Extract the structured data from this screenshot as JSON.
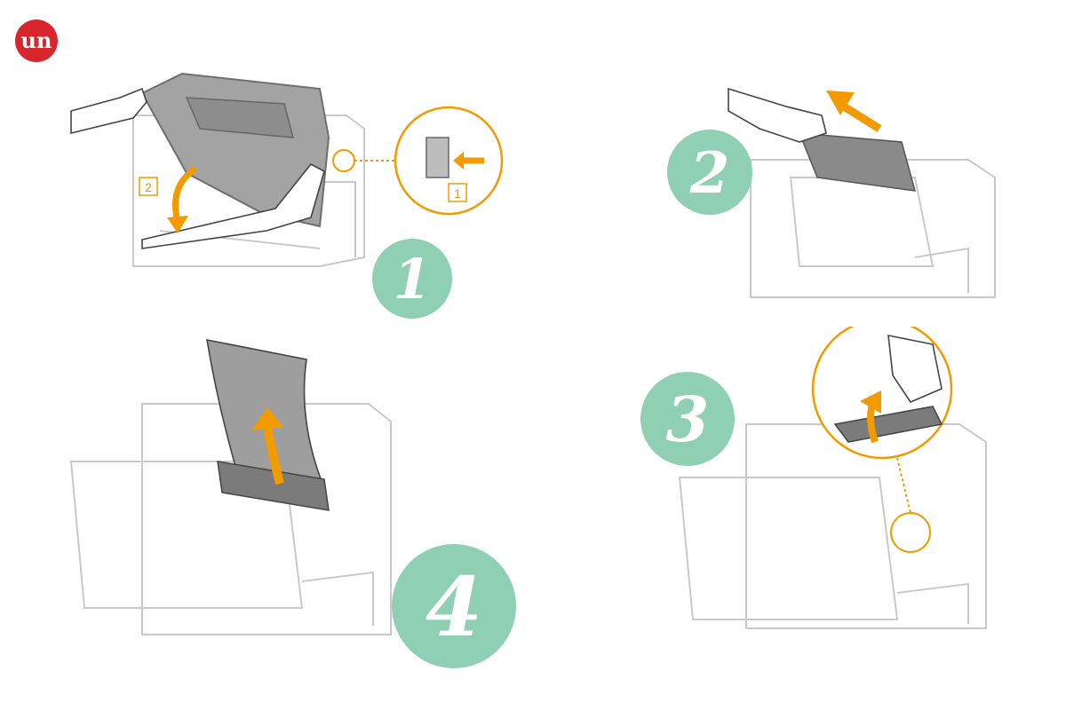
{
  "logo": {
    "icon": "brand-logo-icon",
    "text": "un"
  },
  "colors": {
    "badge": "#8fcfb4",
    "accent": "#f39a00",
    "line": "#c9c9c9",
    "part_gray": "#9a9a9a",
    "logo_red": "#d7262c"
  },
  "steps": [
    {
      "number": "1",
      "callouts": [
        "1",
        "2"
      ]
    },
    {
      "number": "2",
      "callouts": []
    },
    {
      "number": "3",
      "callouts": []
    },
    {
      "number": "4",
      "callouts": []
    }
  ]
}
